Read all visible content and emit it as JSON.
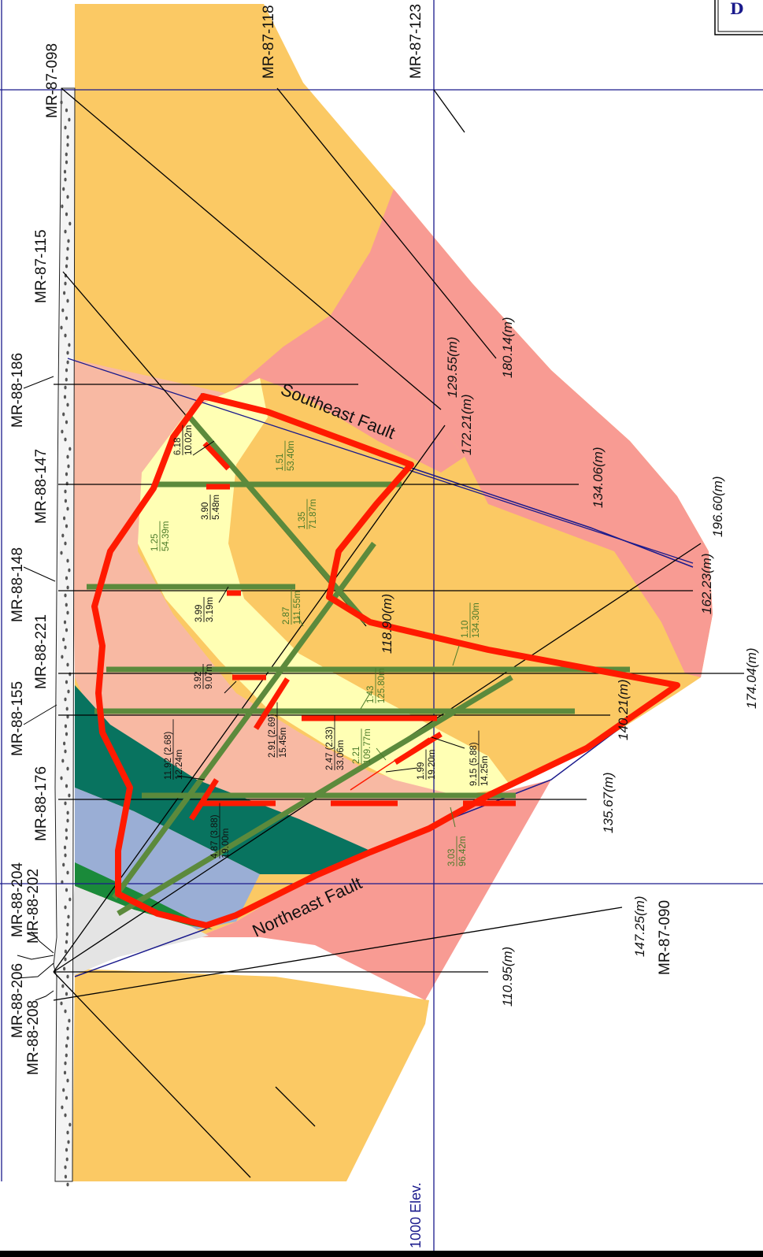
{
  "corner_label": "D",
  "elevation_label": "1000 Elev.",
  "faults": {
    "southeast": "Southeast Fault",
    "northeast": "Northeast Fault"
  },
  "drill_holes": [
    {
      "id": "MR-87-098",
      "depth": ""
    },
    {
      "id": "MR-87-118",
      "depth": "180.14(m)"
    },
    {
      "id": "MR-87-123",
      "depth": ""
    },
    {
      "id": "MR-87-115",
      "depth": "129.55(m)"
    },
    {
      "id": "MR-88-186",
      "depth": "172.21(m)"
    },
    {
      "id": "MR-88-147",
      "depth": "134.06(m)"
    },
    {
      "id": "MR-88-148",
      "depth": "162.23(m)"
    },
    {
      "id": "MR-88-221",
      "depth": "174.04(m)"
    },
    {
      "id": "MR-88-155",
      "depth": "140.21(m)"
    },
    {
      "id": "MR-88-176",
      "depth": "135.67(m)"
    },
    {
      "id": "MR-88-204",
      "depth": "196.60(m)"
    },
    {
      "id": "MR-88-202",
      "depth": "118.90(m)"
    },
    {
      "id": "MR-88-206",
      "depth": "110.95(m)"
    },
    {
      "id": "MR-88-208",
      "depth": ""
    },
    {
      "id": "MR-87-090",
      "depth": "147.25(m)"
    }
  ],
  "assays_black": [
    {
      "grade": "6.18",
      "width": "10.02m"
    },
    {
      "grade": "3.90",
      "width": "5.48m"
    },
    {
      "grade": "3.99",
      "width": "3.19m"
    },
    {
      "grade": "3.92",
      "width": "9.07m"
    },
    {
      "grade": "11.92 (2.68)",
      "width": "12.24m"
    },
    {
      "grade": "2.91 (2.69)",
      "width": "15.45m"
    },
    {
      "grade": "2.47 (2.33)",
      "width": "33.06m"
    },
    {
      "grade": "1.99",
      "width": "19.20m"
    },
    {
      "grade": "9.15 (5.88)",
      "width": "14.25m"
    },
    {
      "grade": "4.87 (3.88)",
      "width": "19.00m"
    }
  ],
  "assays_green": [
    {
      "grade": "1.51",
      "width": "53.40m"
    },
    {
      "grade": "1.35",
      "width": "71.87m"
    },
    {
      "grade": "1.25",
      "width": "54.39m"
    },
    {
      "grade": "2.87",
      "width": "111.55m"
    },
    {
      "grade": "1.10",
      "width": "134.30m"
    },
    {
      "grade": "1.43",
      "width": "125.80m"
    },
    {
      "grade": "2.21",
      "width": "109.77m"
    },
    {
      "grade": "3.03",
      "width": "96.42m"
    }
  ],
  "colors": {
    "orange_unit": "#fbc964",
    "pink_unit": "#f89b93",
    "salmon_unit": "#f8b9a3",
    "yellow_zone": "#ffffb4",
    "teal_unit": "#08735f",
    "blue_unit": "#9aaed5",
    "grey_unit": "#e4e4e4",
    "green_unit": "#1a8a3a",
    "ore_outline": "#ff1a00",
    "grid_line": "#1a1a8c",
    "green_intercept": "#5c8a3c"
  }
}
